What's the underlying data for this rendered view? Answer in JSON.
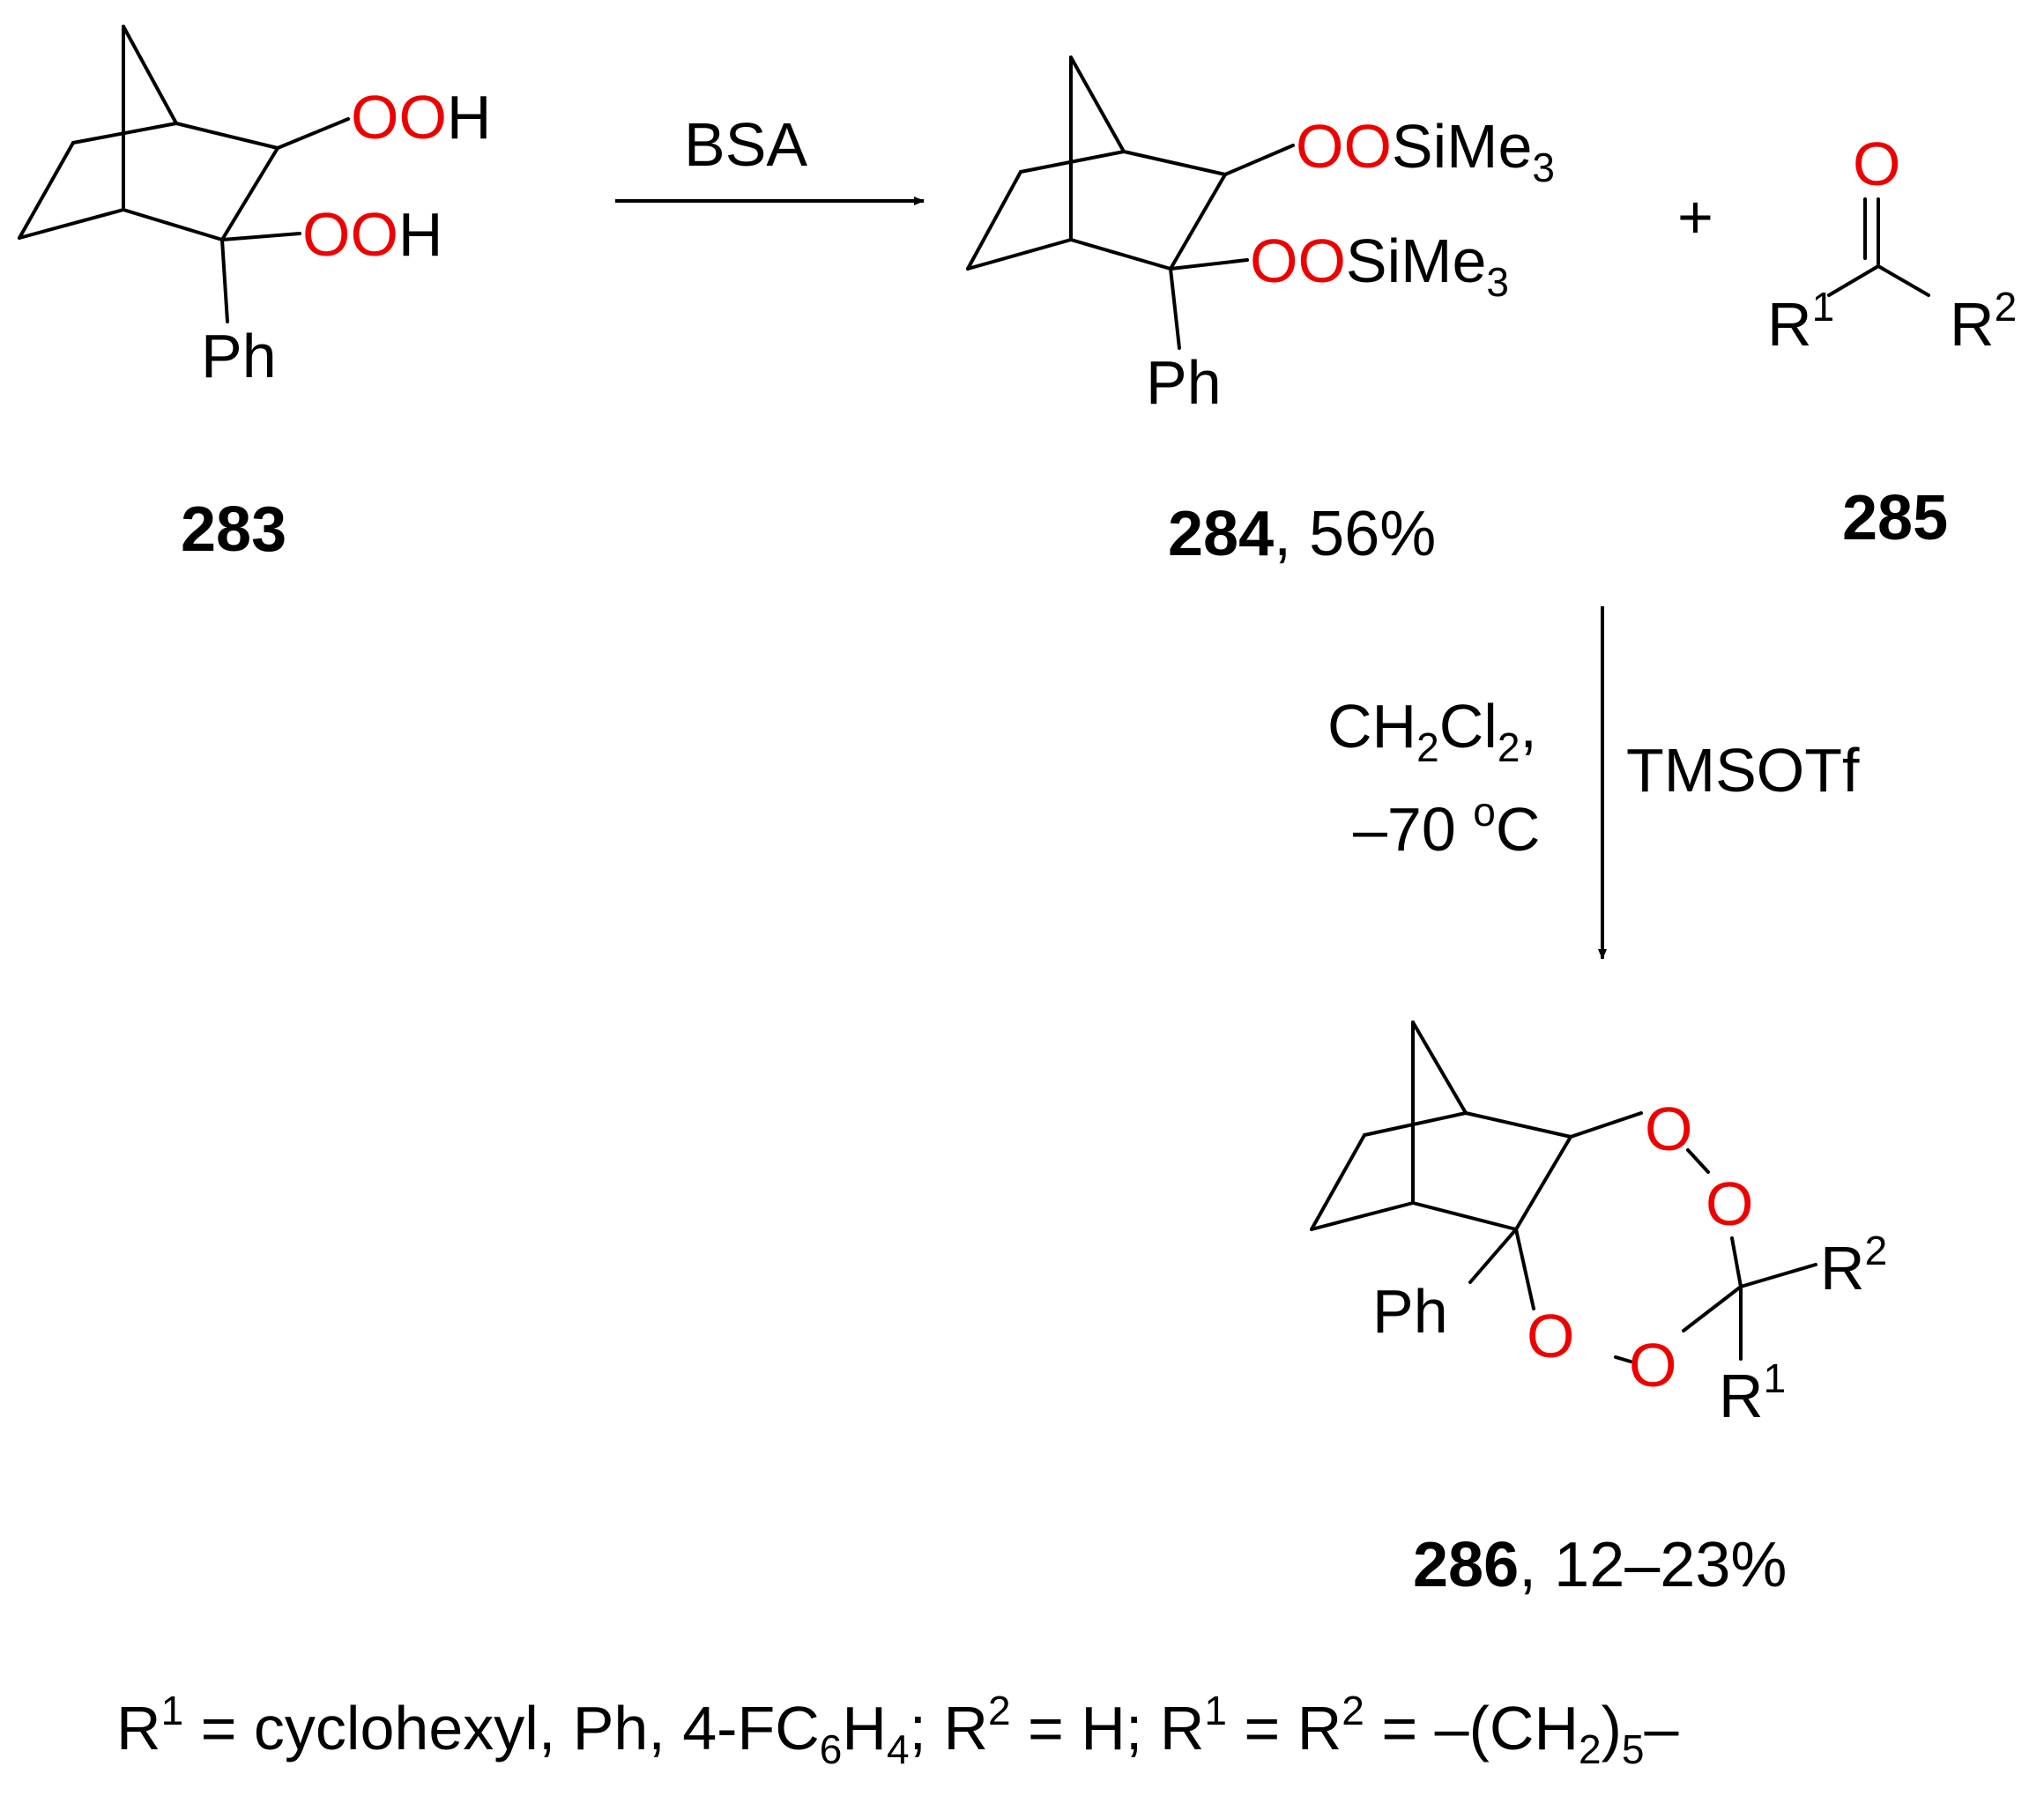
{
  "colors": {
    "oxygen": "#ee0000",
    "bond": "#000000",
    "background": "#ffffff"
  },
  "compound_283": {
    "label": "283",
    "oxygen_top": "OO",
    "h_top": "H",
    "oxygen_bottom": "OO",
    "h_bottom": "H",
    "substituent": "Ph"
  },
  "arrow_1": {
    "reagent": "BSA"
  },
  "compound_284": {
    "label": "284",
    "yield": ", 56%",
    "oxygen_top": "OO",
    "silyl_top": "SiMe",
    "silyl_top_sub": "3",
    "oxygen_bottom": "OO",
    "silyl_bottom": "SiMe",
    "silyl_bottom_sub": "3",
    "substituent": "Ph"
  },
  "plus": "+",
  "compound_285": {
    "label": "285",
    "oxygen": "O",
    "r1": "R",
    "r1_sup": "1",
    "r2": "R",
    "r2_sup": "2"
  },
  "arrow_2": {
    "solvent_a": "CH",
    "solvent_sub1": "2",
    "solvent_b": "Cl",
    "solvent_sub2": "2",
    "solvent_c": ",",
    "temperature_a": "–70 ",
    "temperature_sup": "o",
    "temperature_b": "C",
    "reagent": "TMSOTf"
  },
  "compound_286": {
    "label": "286",
    "yield": ", 12–23%",
    "oxygen": "O",
    "substituent": "Ph",
    "r1": "R",
    "r1_sup": "1",
    "r2": "R",
    "r2_sup": "2"
  },
  "footnote": {
    "r": "R",
    "sup1": "1",
    "part1": " = cyclohexyl, Ph, 4-FC",
    "sub6": "6",
    "h": "H",
    "sub4": "4",
    "part2": "; R",
    "sup2": "2",
    "part3": " = H; R",
    "sup3": "1",
    "part4": " = R",
    "sup4": "2",
    "part5": " = –(CH",
    "sub2": "2",
    "part6": ")",
    "sub5": "5",
    "part7": "–"
  }
}
